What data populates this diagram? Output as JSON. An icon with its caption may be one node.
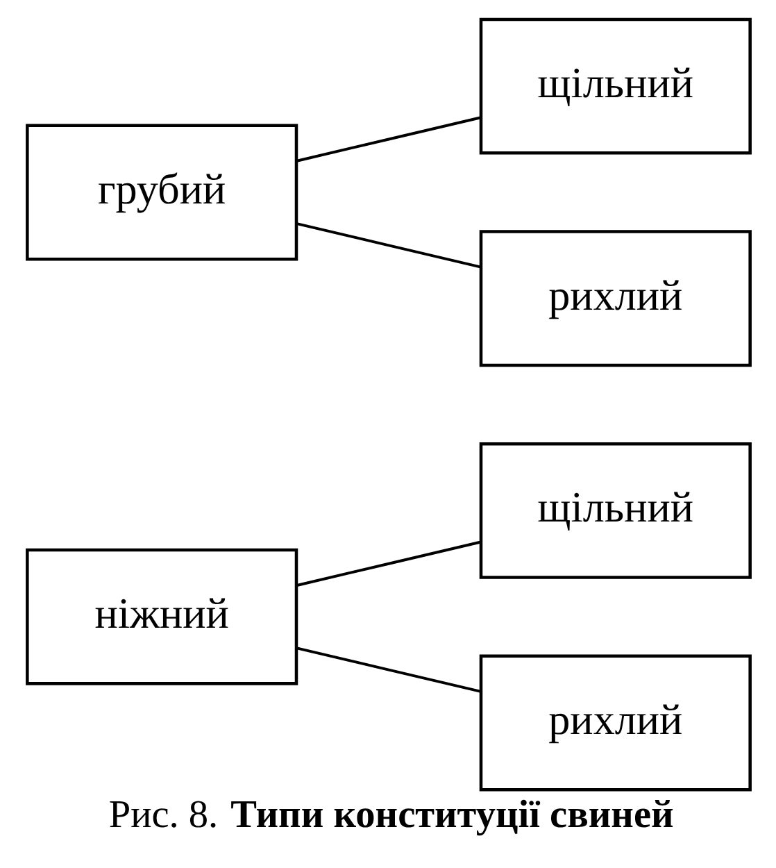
{
  "diagram": {
    "caption": "Рис. 8. **Типи конституції свиней**",
    "nodes": [
      {
        "text": [
          "грубий"
        ]
      },
      {
        "text": [
          "щільний"
        ]
      },
      {
        "text": [
          "рихлий"
        ]
      },
      {
        "text": [
          "ніжний"
        ]
      },
      {
        "text": [
          "щільний"
        ]
      },
      {
        "text": [
          "рихлий"
        ]
      }
    ],
    "edges": [
      {
        "from": 0,
        "to": 1,
        "arrow": "none"
      },
      {
        "from": 0,
        "to": 2,
        "arrow": "none"
      },
      {
        "from": 3,
        "to": 4,
        "arrow": "none"
      },
      {
        "from": 3,
        "to": 5,
        "arrow": "none"
      }
    ]
  }
}
